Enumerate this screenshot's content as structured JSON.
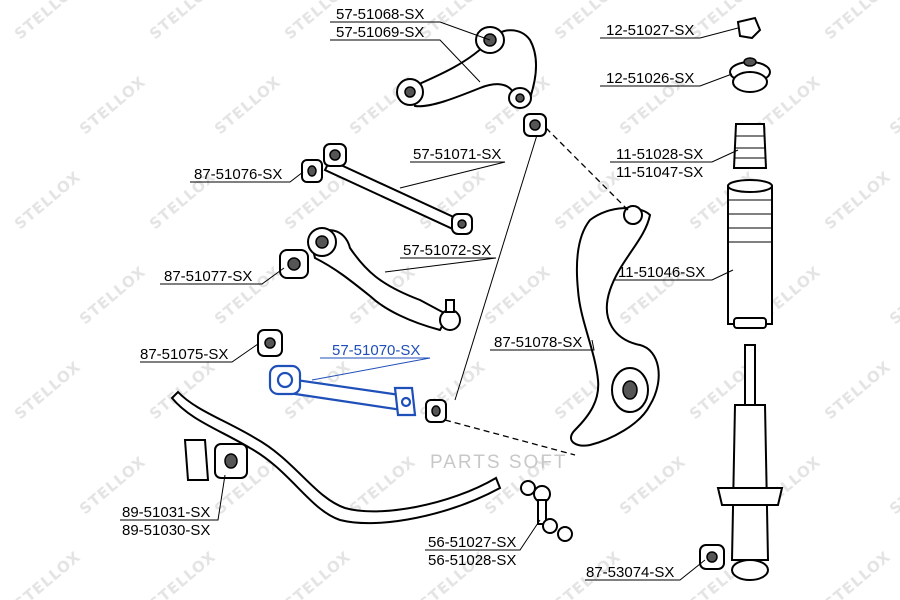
{
  "watermark": {
    "text": "STELLOX"
  },
  "brand_overlay": "PARTS SOFT",
  "highlight_color": "#1f4fb8",
  "labels": {
    "l_57_51068": "57-51068-SX",
    "l_57_51069": "57-51069-SX",
    "l_12_51027": "12-51027-SX",
    "l_12_51026": "12-51026-SX",
    "l_57_51071": "57-51071-SX",
    "l_87_51076": "87-51076-SX",
    "l_11_51028": "11-51028-SX",
    "l_11_51047": "11-51047-SX",
    "l_57_51072": "57-51072-SX",
    "l_11_51046": "11-51046-SX",
    "l_87_51077": "87-51077-SX",
    "l_57_51070": "57-51070-SX",
    "l_87_51078": "87-51078-SX",
    "l_87_51075": "87-51075-SX",
    "l_89_51031": "89-51031-SX",
    "l_89_51030": "89-51030-SX",
    "l_56_51027": "56-51027-SX",
    "l_56_51028": "56-51028-SX",
    "l_87_53074": "87-53074-SX"
  }
}
